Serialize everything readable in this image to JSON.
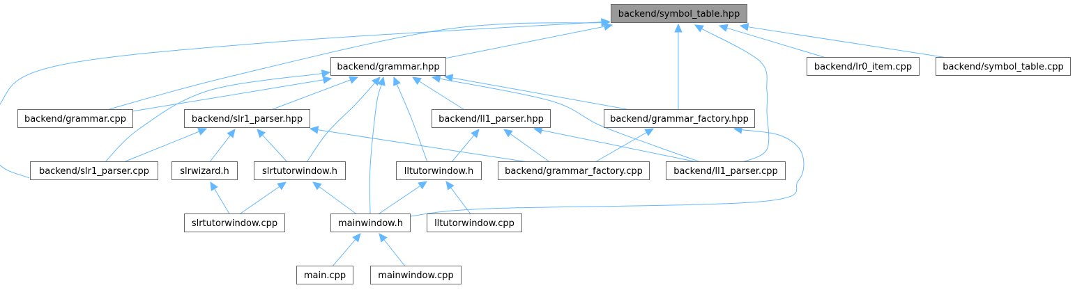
{
  "diagram": {
    "nodes": [
      {
        "id": "symbol_table_hpp",
        "label": "backend/symbol_table.hpp",
        "highlight": true
      },
      {
        "id": "grammar_hpp",
        "label": "backend/grammar.hpp"
      },
      {
        "id": "lr0_item_cpp",
        "label": "backend/lr0_item.cpp"
      },
      {
        "id": "symbol_table_cpp",
        "label": "backend/symbol_table.cpp"
      },
      {
        "id": "grammar_cpp",
        "label": "backend/grammar.cpp"
      },
      {
        "id": "slr1_parser_hpp",
        "label": "backend/slr1_parser.hpp"
      },
      {
        "id": "ll1_parser_hpp",
        "label": "backend/ll1_parser.hpp"
      },
      {
        "id": "grammar_factory_hpp",
        "label": "backend/grammar_factory.hpp"
      },
      {
        "id": "slr1_parser_cpp",
        "label": "backend/slr1_parser.cpp"
      },
      {
        "id": "slrwizard_h",
        "label": "slrwizard.h"
      },
      {
        "id": "slrtutorwindow_h",
        "label": "slrtutorwindow.h"
      },
      {
        "id": "lltutorwindow_h",
        "label": "lltutorwindow.h"
      },
      {
        "id": "grammar_factory_cpp",
        "label": "backend/grammar_factory.cpp"
      },
      {
        "id": "ll1_parser_cpp",
        "label": "backend/ll1_parser.cpp"
      },
      {
        "id": "slrtutorwindow_cpp",
        "label": "slrtutorwindow.cpp"
      },
      {
        "id": "mainwindow_h",
        "label": "mainwindow.h"
      },
      {
        "id": "lltutorwindow_cpp",
        "label": "lltutorwindow.cpp"
      },
      {
        "id": "main_cpp",
        "label": "main.cpp"
      },
      {
        "id": "mainwindow_cpp",
        "label": "mainwindow.cpp"
      }
    ],
    "edges": [
      {
        "from": "grammar_hpp",
        "to": "symbol_table_hpp"
      },
      {
        "from": "lr0_item_cpp",
        "to": "symbol_table_hpp"
      },
      {
        "from": "symbol_table_cpp",
        "to": "symbol_table_hpp"
      },
      {
        "from": "grammar_cpp",
        "to": "symbol_table_hpp"
      },
      {
        "from": "slr1_parser_cpp",
        "to": "symbol_table_hpp"
      },
      {
        "from": "grammar_factory_hpp",
        "to": "symbol_table_hpp"
      },
      {
        "from": "ll1_parser_cpp",
        "to": "symbol_table_hpp"
      },
      {
        "from": "grammar_cpp",
        "to": "grammar_hpp"
      },
      {
        "from": "slr1_parser_cpp",
        "to": "grammar_hpp"
      },
      {
        "from": "slr1_parser_hpp",
        "to": "grammar_hpp"
      },
      {
        "from": "slrtutorwindow_h",
        "to": "grammar_hpp"
      },
      {
        "from": "mainwindow_h",
        "to": "grammar_hpp"
      },
      {
        "from": "lltutorwindow_h",
        "to": "grammar_hpp"
      },
      {
        "from": "ll1_parser_hpp",
        "to": "grammar_hpp"
      },
      {
        "from": "ll1_parser_cpp",
        "to": "grammar_hpp"
      },
      {
        "from": "grammar_factory_hpp",
        "to": "grammar_hpp"
      },
      {
        "from": "slr1_parser_cpp",
        "to": "slr1_parser_hpp"
      },
      {
        "from": "slrwizard_h",
        "to": "slr1_parser_hpp"
      },
      {
        "from": "slrtutorwindow_h",
        "to": "slr1_parser_hpp"
      },
      {
        "from": "grammar_factory_cpp",
        "to": "slr1_parser_hpp"
      },
      {
        "from": "lltutorwindow_h",
        "to": "ll1_parser_hpp"
      },
      {
        "from": "grammar_factory_cpp",
        "to": "ll1_parser_hpp"
      },
      {
        "from": "ll1_parser_cpp",
        "to": "ll1_parser_hpp"
      },
      {
        "from": "grammar_factory_cpp",
        "to": "grammar_factory_hpp"
      },
      {
        "from": "mainwindow_h",
        "to": "grammar_factory_hpp"
      },
      {
        "from": "slrtutorwindow_cpp",
        "to": "slrwizard_h"
      },
      {
        "from": "slrtutorwindow_cpp",
        "to": "slrtutorwindow_h"
      },
      {
        "from": "mainwindow_h",
        "to": "slrtutorwindow_h"
      },
      {
        "from": "mainwindow_h",
        "to": "lltutorwindow_h"
      },
      {
        "from": "lltutorwindow_cpp",
        "to": "lltutorwindow_h"
      },
      {
        "from": "main_cpp",
        "to": "mainwindow_h"
      },
      {
        "from": "mainwindow_cpp",
        "to": "mainwindow_h"
      }
    ]
  },
  "colors": {
    "edge": "#63b8ff",
    "node_border": "#666666",
    "node_fill": "#ffffff",
    "highlight_fill": "#999999",
    "text": "#000000"
  }
}
